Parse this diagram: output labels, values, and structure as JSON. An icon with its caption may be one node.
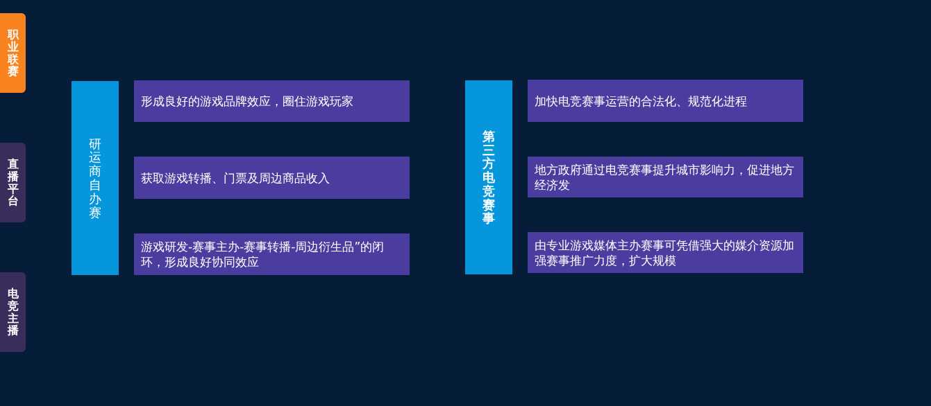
{
  "diagram": {
    "nodes": [
      {
        "text": [
          "职业联赛"
        ]
      },
      {
        "text": [
          "直播平台"
        ]
      },
      {
        "text": [
          "电竞主播"
        ]
      },
      {
        "text": [
          "研运商自办赛"
        ]
      },
      {
        "text": [
          "形成良好的游戏品牌效应，圈住游戏玩家"
        ]
      },
      {
        "text": [
          "获取游戏转播、门票及周边商品收入"
        ]
      },
      {
        "text": [
          "游戏研发-赛事主办-赛事转播-周边衍生品”的闭环，形成良好协同效应"
        ]
      },
      {
        "text": [
          "第三方电竞赛事"
        ]
      },
      {
        "text": [
          "加快电竞赛事运营的合法化、规范化进程"
        ]
      },
      {
        "text": [
          "地方政府通过电竞赛事提升城市影响力，促进地方经济发"
        ]
      },
      {
        "text": [
          "由专业游戏媒体主办赛事可凭借强大的媒介资源加强赛事推广力度，扩大规模"
        ]
      }
    ]
  }
}
